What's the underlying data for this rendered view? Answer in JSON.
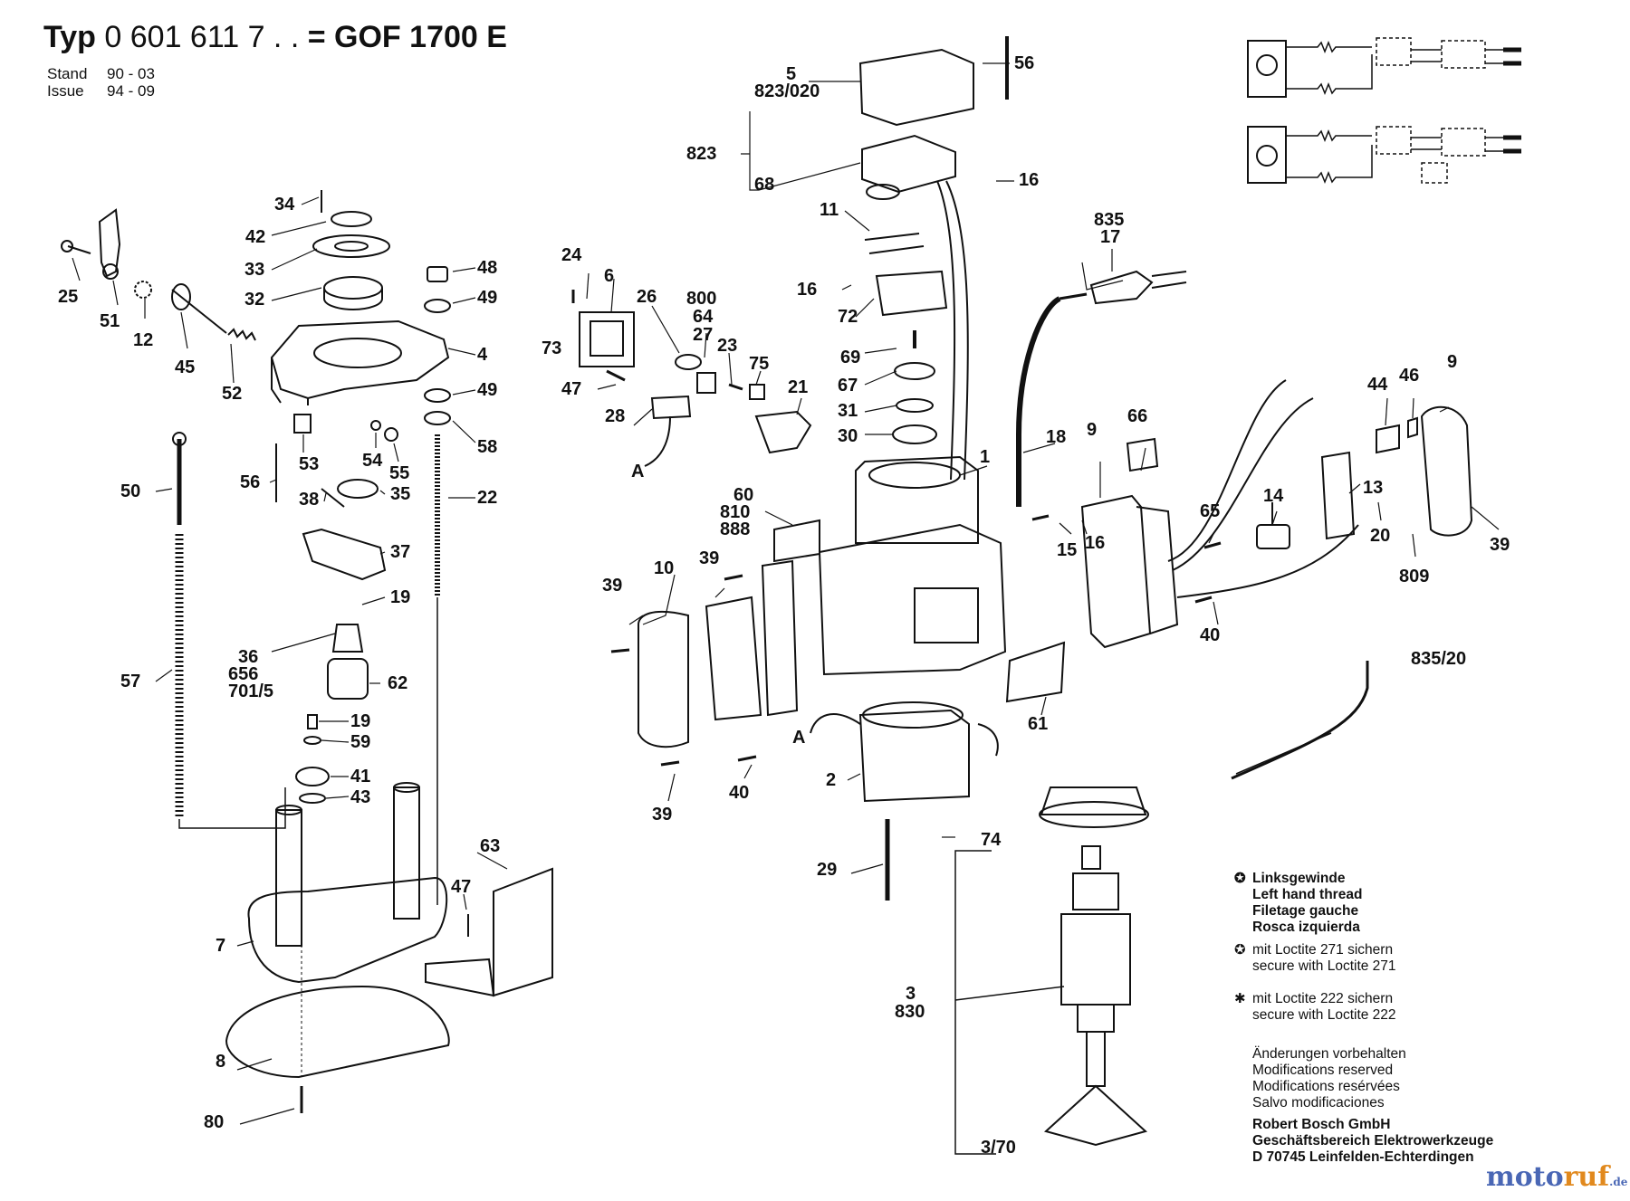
{
  "header": {
    "typ_label": "Typ",
    "model_code": "0 601 611 7 . .",
    "equals": "=",
    "model_name": "GOF 1700 E",
    "stand_label": "Stand",
    "stand_value": "90 - 03",
    "issue_label": "Issue",
    "issue_value": "94 - 09"
  },
  "part_labels": [
    "34",
    "42",
    "33",
    "32",
    "25",
    "51",
    "12",
    "45",
    "52",
    "48",
    "49",
    "4",
    "49",
    "58",
    "22",
    "53",
    "54",
    "55",
    "56",
    "38",
    "35",
    "37",
    "19",
    "50",
    "36",
    "656",
    "701/5",
    "62",
    "57",
    "19",
    "59",
    "41",
    "43",
    "7",
    "63",
    "47",
    "8",
    "80",
    "5",
    "823/020",
    "823",
    "68",
    "56",
    "16",
    "11",
    "16",
    "72",
    "24",
    "6",
    "26",
    "800",
    "64",
    "27",
    "73",
    "47",
    "23",
    "75",
    "28",
    "21",
    "69",
    "67",
    "31",
    "30",
    "A",
    "60",
    "810",
    "888",
    "1",
    "18",
    "39",
    "10",
    "39",
    "2",
    "A",
    "39",
    "40",
    "61",
    "29",
    "74",
    "3",
    "830",
    "3/70",
    "835",
    "17",
    "9",
    "66",
    "9",
    "44",
    "46",
    "15",
    "16",
    "14",
    "13",
    "20",
    "65",
    "40",
    "809",
    "39",
    "835/20"
  ],
  "legend": {
    "left_thread_de": "Linksgewinde",
    "left_thread_en": "Left hand thread",
    "left_thread_fr": "Filetage gauche",
    "left_thread_es": "Rosca izquierda",
    "loctite271_de": "mit Loctite 271 sichern",
    "loctite271_en": "secure with Loctite 271",
    "loctite222_de": "mit Loctite 222 sichern",
    "loctite222_en": "secure with Loctite 222",
    "mod_de": "Änderungen vorbehalten",
    "mod_en": "Modifications reserved",
    "mod_fr": "Modifications resérvées",
    "mod_es": "Salvo modificaciones",
    "company": "Robert Bosch GmbH",
    "division": "Geschäftsbereich Elektrowerkzeuge",
    "address": "D 70745 Leinfelden-Echterdingen"
  },
  "brand": {
    "part1": "moto",
    "part2": "ruf",
    "part3": ".de"
  },
  "colors": {
    "ink": "#111111",
    "brand_blue": "#4a67b5",
    "brand_orange": "#e1891e"
  }
}
